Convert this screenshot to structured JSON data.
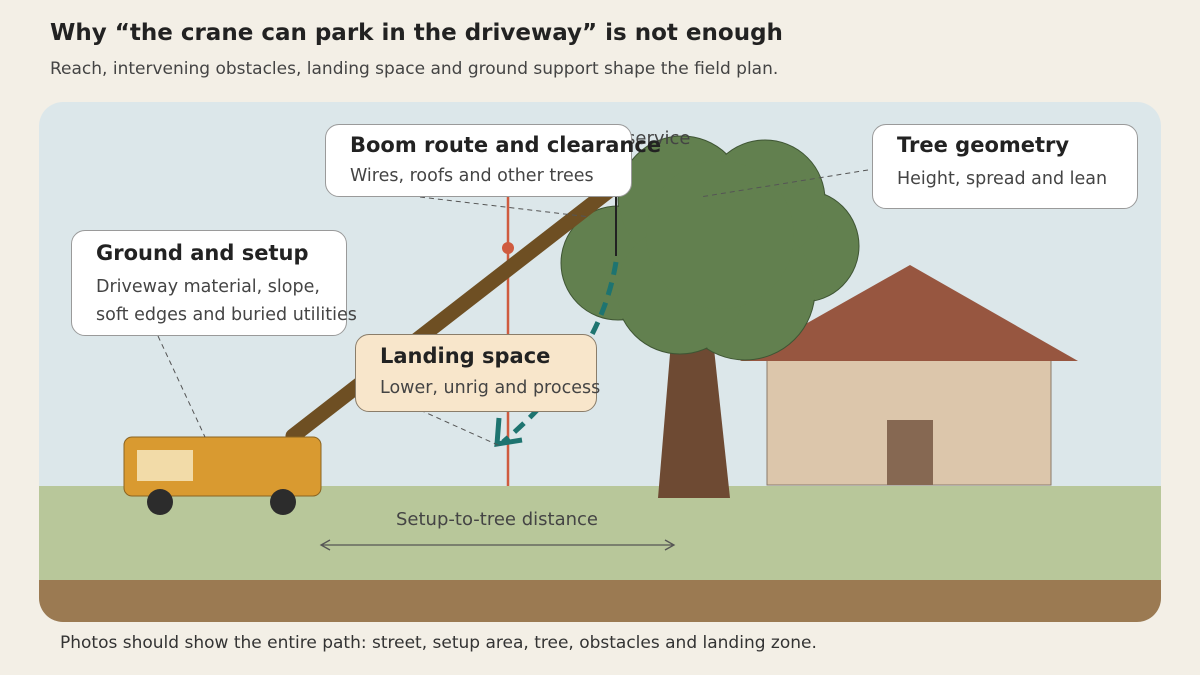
{
  "header": {
    "title": "Why “the crane can park in the driveway” is not enough",
    "subtitle": "Reach, intervening obstacles, landing space and ground support shape the field plan."
  },
  "footer": {
    "note": "Photos should show the entire path: street, setup area, tree, obstacles and landing zone."
  },
  "callouts": {
    "boom": {
      "title": "Boom route and clearance",
      "body": "Wires, roofs and other trees"
    },
    "tree": {
      "title": "Tree geometry",
      "body": "Height, spread and lean"
    },
    "ground": {
      "title": "Ground and setup",
      "body_line1": "Driveway material, slope,",
      "body_line2": "soft edges and buried utilities"
    },
    "landing": {
      "title": "Landing space",
      "body": "Lower, unrig and process"
    }
  },
  "labels": {
    "service": "service",
    "distance": "Setup-to-tree distance"
  },
  "colors": {
    "background": "#f3efe6",
    "sky": "#dce7ea",
    "grass": "#b8c79a",
    "soil": "#9b7a52",
    "crane_body": "#d99a30",
    "boom": "#6e4f23",
    "service_line": "#cf5b3f",
    "load_path": "#1e7470",
    "tree_canopy": "#62804f",
    "trunk": "#6e4a33",
    "roof": "#975640",
    "house_wall": "#dcc6ab",
    "door": "#866852",
    "landing_card": "#f8e6cb"
  }
}
